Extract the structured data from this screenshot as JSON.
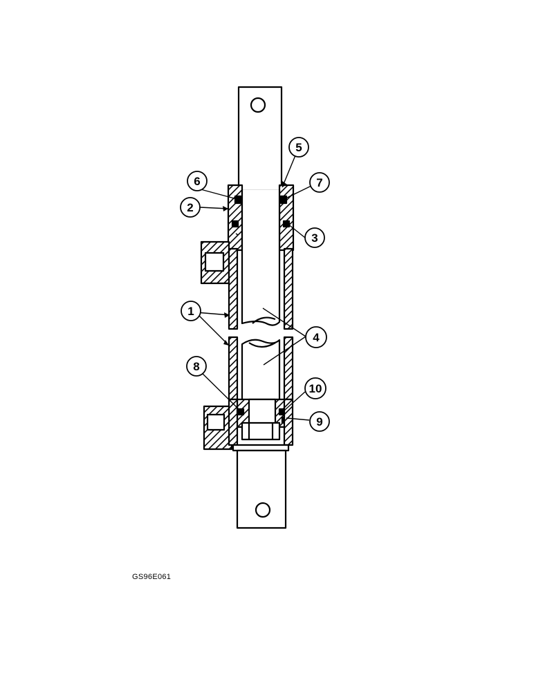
{
  "diagram": {
    "figure_id": "GS96E061",
    "callouts": [
      {
        "id": "1",
        "label": "1"
      },
      {
        "id": "2",
        "label": "2"
      },
      {
        "id": "3",
        "label": "3"
      },
      {
        "id": "4",
        "label": "4"
      },
      {
        "id": "5",
        "label": "5"
      },
      {
        "id": "6",
        "label": "6"
      },
      {
        "id": "7",
        "label": "7"
      },
      {
        "id": "8",
        "label": "8"
      },
      {
        "id": "9",
        "label": "9"
      },
      {
        "id": "10",
        "label": "10"
      }
    ],
    "colors": {
      "line": "#000000",
      "background": "#ffffff"
    }
  }
}
